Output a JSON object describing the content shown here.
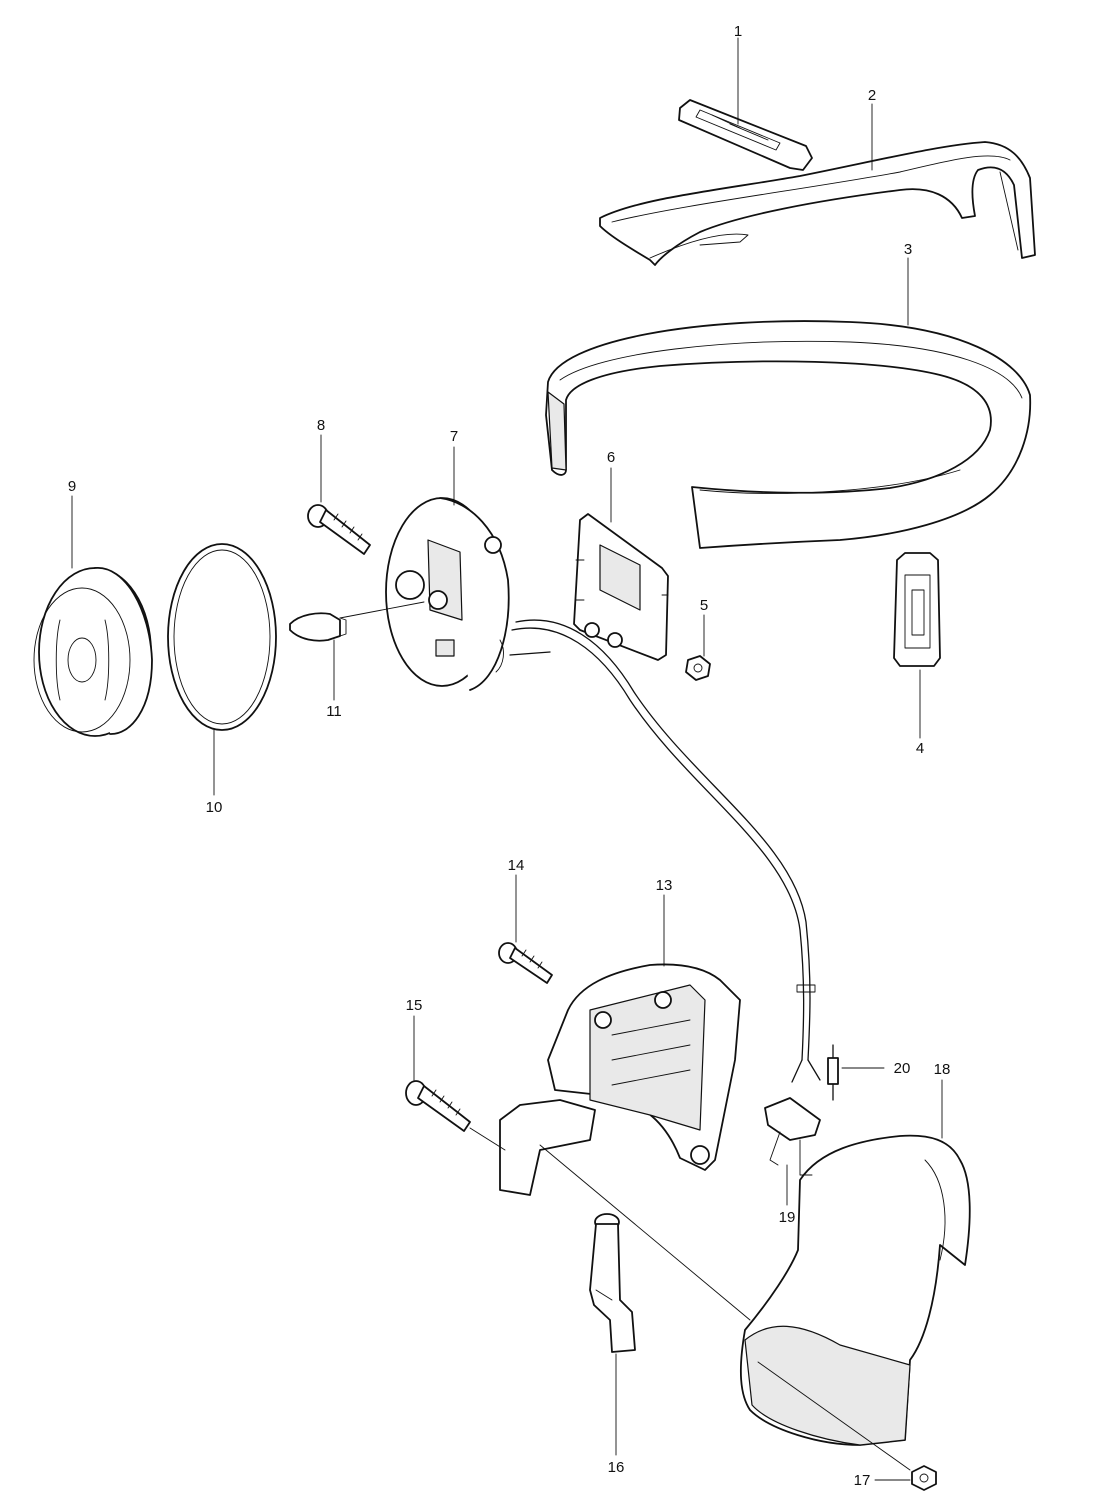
{
  "diagram": {
    "callouts": [
      {
        "id": "1",
        "text": "1"
      },
      {
        "id": "2",
        "text": "2"
      },
      {
        "id": "3",
        "text": "3"
      },
      {
        "id": "4",
        "text": "4"
      },
      {
        "id": "5",
        "text": "5"
      },
      {
        "id": "6",
        "text": "6"
      },
      {
        "id": "7",
        "text": "7"
      },
      {
        "id": "8",
        "text": "8"
      },
      {
        "id": "9",
        "text": "9"
      },
      {
        "id": "10",
        "text": "10"
      },
      {
        "id": "11",
        "text": "11"
      },
      {
        "id": "13",
        "text": "13"
      },
      {
        "id": "14",
        "text": "14"
      },
      {
        "id": "15",
        "text": "15"
      },
      {
        "id": "16",
        "text": "16"
      },
      {
        "id": "17",
        "text": "17"
      },
      {
        "id": "18",
        "text": "18"
      },
      {
        "id": "19",
        "text": "19"
      },
      {
        "id": "20",
        "text": "20"
      }
    ]
  }
}
